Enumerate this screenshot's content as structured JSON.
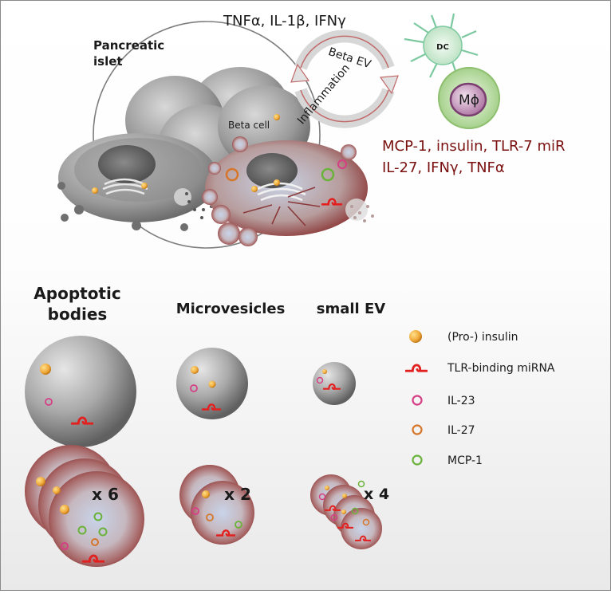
{
  "top": {
    "cytokines": "TNFα, IL-1β, IFNγ",
    "islet_label_line1": "Pancreatic",
    "islet_label_line2": "islet",
    "beta_cell_label": "Beta cell",
    "cycle_label_top": "Beta EV",
    "cycle_label_bottom": "Inflammation",
    "dc_label": "DC",
    "macrophage_label": "Mϕ",
    "secreted_line1": "MCP-1, insulin, TLR-7 miR",
    "secreted_line2": "IL-27, IFNγ, TNFα"
  },
  "columns": {
    "apoptotic_line1": "Apoptotic",
    "apoptotic_line2": "bodies",
    "microvesicles": "Microvesicles",
    "small_ev": "small EV"
  },
  "multipliers": {
    "apoptotic": "x 6",
    "microvesicles": "x 2",
    "small_ev": "x 4"
  },
  "legend": [
    {
      "label": "(Pro-) insulin",
      "icon": "insulin-granule-icon",
      "color": "#f0a93a"
    },
    {
      "label": "TLR-binding miRNA",
      "icon": "mirna-hairpin-icon",
      "color": "#e32020"
    },
    {
      "label": "IL-23",
      "icon": "ring-icon",
      "color": "#d63f86"
    },
    {
      "label": "IL-27",
      "icon": "ring-icon",
      "color": "#d6762a"
    },
    {
      "label": "MCP-1",
      "icon": "ring-icon",
      "color": "#6ab23a"
    }
  ]
}
